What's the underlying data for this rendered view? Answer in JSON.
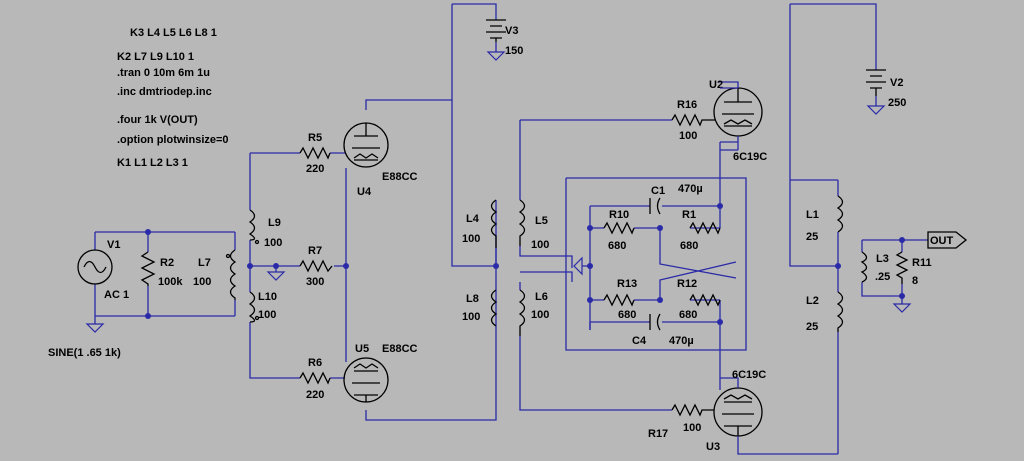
{
  "directives": {
    "k3": "K3 L4 L5 L6 L8 1",
    "k2": "K2 L7 L9 L10 1",
    "tran": ".tran 0 10m 6m 1u",
    "inc": ".inc dmtriodep.inc",
    "four": ".four 1k V(OUT)",
    "option": ".option plotwinsize=0",
    "k1": "K1 L1 L2 L3 1"
  },
  "sources": {
    "v1_name": "V1",
    "v1_value": "AC 1",
    "v1_sine": "SINE(1 .65 1k)",
    "v2_name": "V2",
    "v2_value": "250",
    "v3_name": "V3",
    "v3_value": "150"
  },
  "resistors": {
    "r1": "R1",
    "r1_v": "680",
    "r2": "R2",
    "r2_v": "100k",
    "r5": "R5",
    "r5_v": "220",
    "r6": "R6",
    "r6_v": "220",
    "r7": "R7",
    "r7_v": "300",
    "r10": "R10",
    "r10_v": "680",
    "r11": "R11",
    "r11_v": "8",
    "r12": "R12",
    "r12_v": "680",
    "r13": "R13",
    "r13_v": "680",
    "r16": "R16",
    "r16_v": "100",
    "r17": "R17",
    "r17_v": "100"
  },
  "inductors": {
    "l1": "L1",
    "l1_v": "25",
    "l2": "L2",
    "l2_v": "25",
    "l3": "L3",
    "l3_v": ".25",
    "l4": "L4",
    "l4_v": "100",
    "l5": "L5",
    "l5_v": "100",
    "l6": "L6",
    "l6_v": "100",
    "l7": "L7",
    "l7_v": "100",
    "l8": "L8",
    "l8_v": "100",
    "l9": "L9",
    "l9_v": "100",
    "l10": "L10",
    "l10_v": "100"
  },
  "capacitors": {
    "c1": "C1",
    "c1_v": "470µ",
    "c4": "C4",
    "c4_v": "470µ"
  },
  "tubes": {
    "u2": "U2",
    "u2_model": "6C19C",
    "u3": "U3",
    "u3_model": "6C19C",
    "u4": "U4",
    "u4_model": "E88CC",
    "u5": "U5",
    "u5_model": "E88CC"
  },
  "net_labels": {
    "out": "OUT"
  },
  "colors": {
    "background": "#b8b8b8",
    "wire": "#2a2aa8",
    "component": "#000000"
  }
}
